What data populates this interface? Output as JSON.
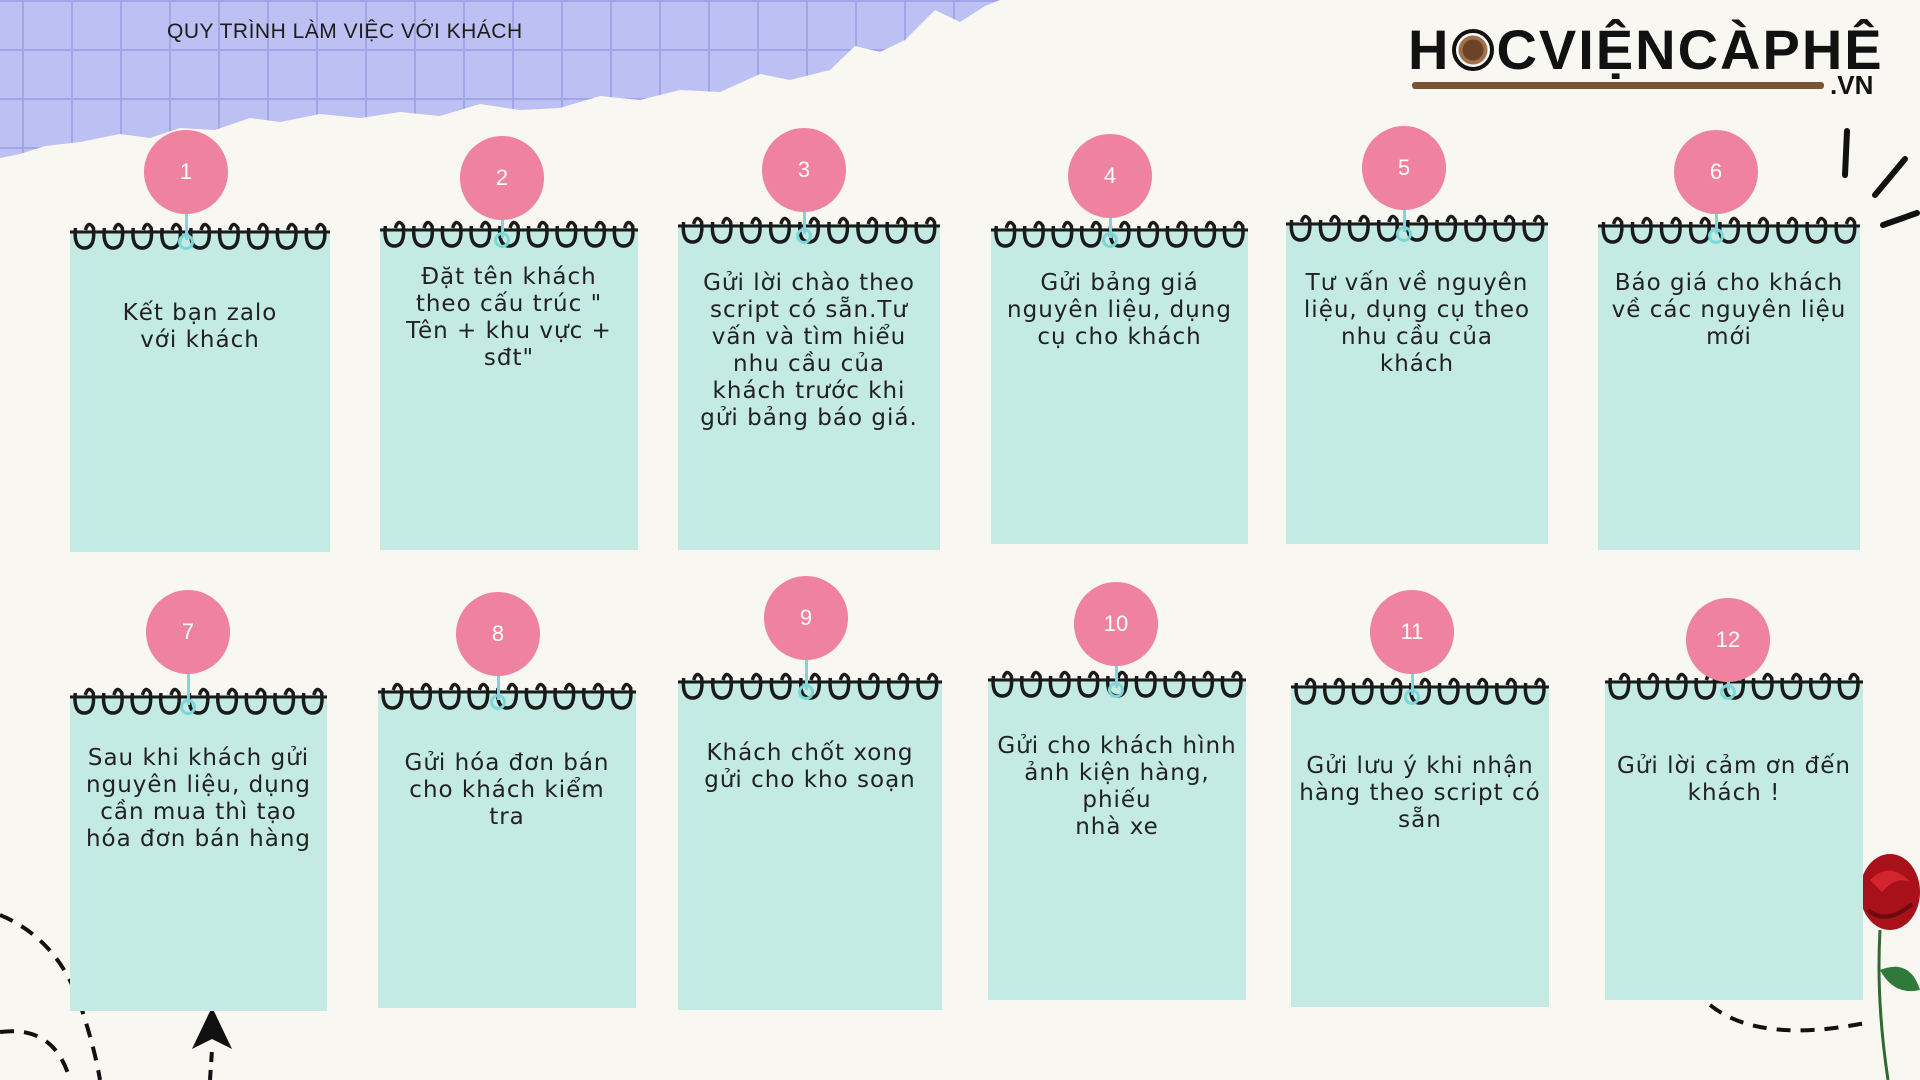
{
  "header": {
    "title": "QUY TRÌNH LÀM VIỆC VỚI KHÁCH",
    "logo_text_left": "H",
    "logo_text_right": "CVIỆNCÀPHÊ",
    "logo_suffix": ".VN"
  },
  "steps": [
    {
      "number": "1",
      "text": "Kết bạn zalo\nvới khách"
    },
    {
      "number": "2",
      "text": "Đặt tên khách\ntheo cấu trúc \"\nTên + khu vực +\nsđt\""
    },
    {
      "number": "3",
      "text": "Gửi lời chào theo\nscript có sẵn.Tư\nvấn và tìm hiểu\nnhu cầu của\nkhách trước khi\ngửi bảng báo giá."
    },
    {
      "number": "4",
      "text": "Gửi bảng giá\nnguyên liệu, dụng\ncụ cho khách"
    },
    {
      "number": "5",
      "text": "Tư vấn về nguyên\nliệu, dụng cụ theo\nnhu cầu của\nkhách"
    },
    {
      "number": "6",
      "text": "Báo giá cho khách\nvề các nguyên liệu\nmới"
    },
    {
      "number": "7",
      "text": "Sau khi khách gửi\nnguyên liệu, dụng\ncần mua thì tạo\nhóa đơn bán hàng"
    },
    {
      "number": "8",
      "text": "Gửi hóa đơn bán\ncho khách kiểm\ntra"
    },
    {
      "number": "9",
      "text": "Khách chốt xong\ngửi cho kho soạn"
    },
    {
      "number": "10",
      "text": "Gửi cho khách hình\nảnh kiện hàng, phiếu\nnhà xe"
    },
    {
      "number": "11",
      "text": "Gửi lưu ý khi nhận\nhàng theo script có\nsẵn"
    },
    {
      "number": "12",
      "text": "Gửi lời cảm ơn đến\nkhách !"
    }
  ],
  "colors": {
    "background": "#f9f7f1",
    "card": "#c3ebe3",
    "pin": "#ef829e",
    "pin_string": "#7dd7d9",
    "grid_paper": "#bcc0f2",
    "logo_brown": "#7a5431"
  },
  "icons": {
    "logo_cup": "coffee-cup-icon",
    "rose": "rose-icon",
    "arrow": "arrow-up-icon"
  }
}
